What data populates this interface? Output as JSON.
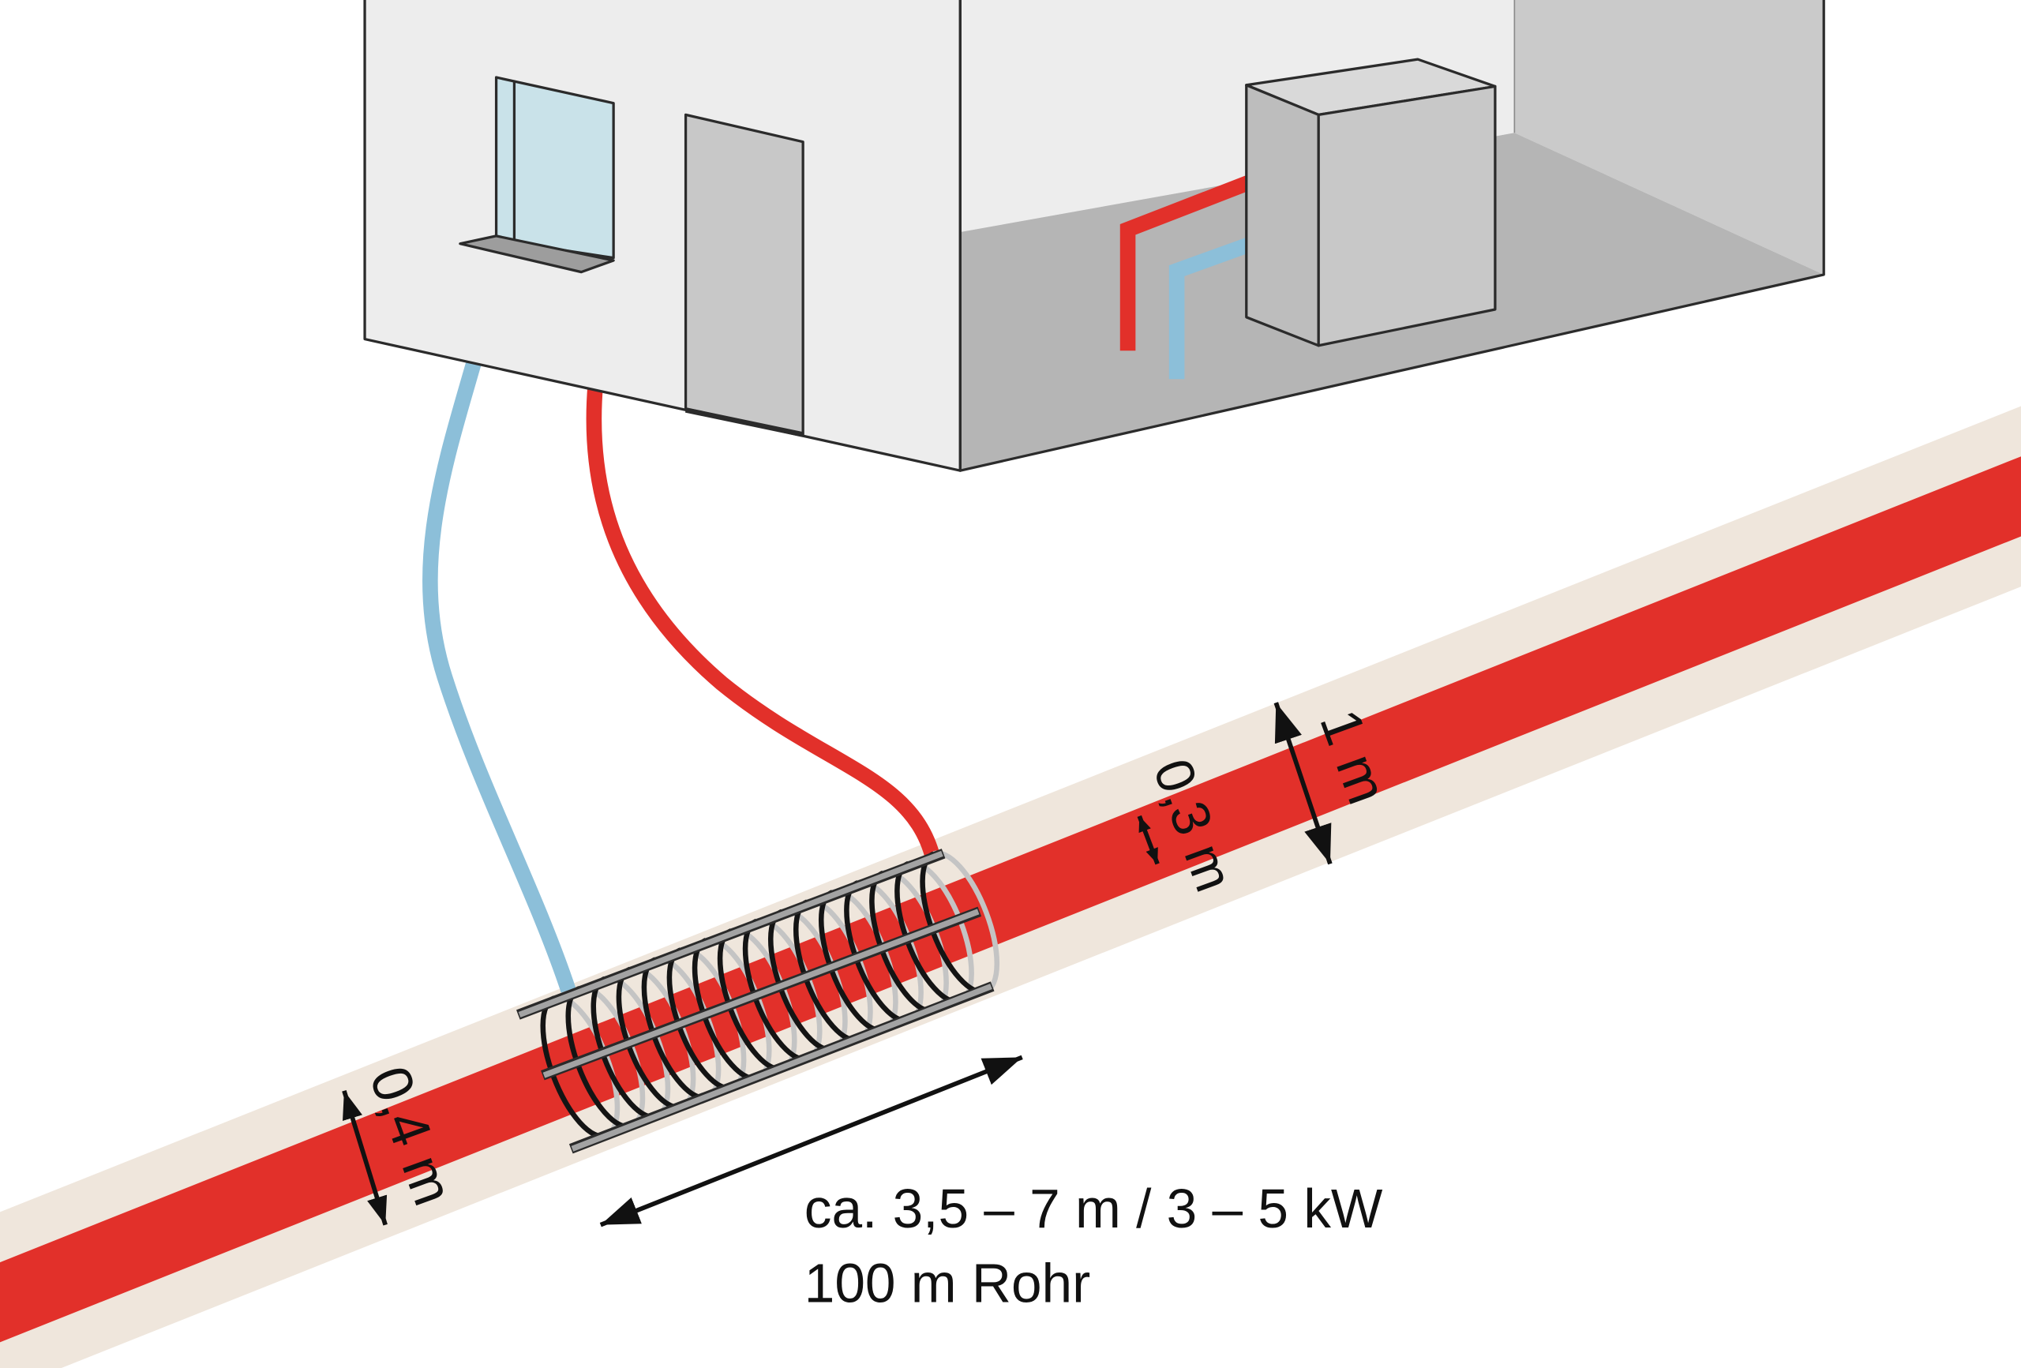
{
  "labels": {
    "dim_band": "1 m",
    "dim_core": "0,3 m",
    "dim_left": "0,4 m",
    "caption_line1": "ca. 3,5 – 7 m / 3 – 5 kW",
    "caption_line2": "100 m Rohr"
  },
  "colors": {
    "warm_pipe": "#e2302a",
    "cold_pipe": "#8cbfd9",
    "trench": "#efe6dc",
    "wall": "#ededed",
    "floor": "#b5b5b5",
    "unit": "#c8c8c8"
  }
}
